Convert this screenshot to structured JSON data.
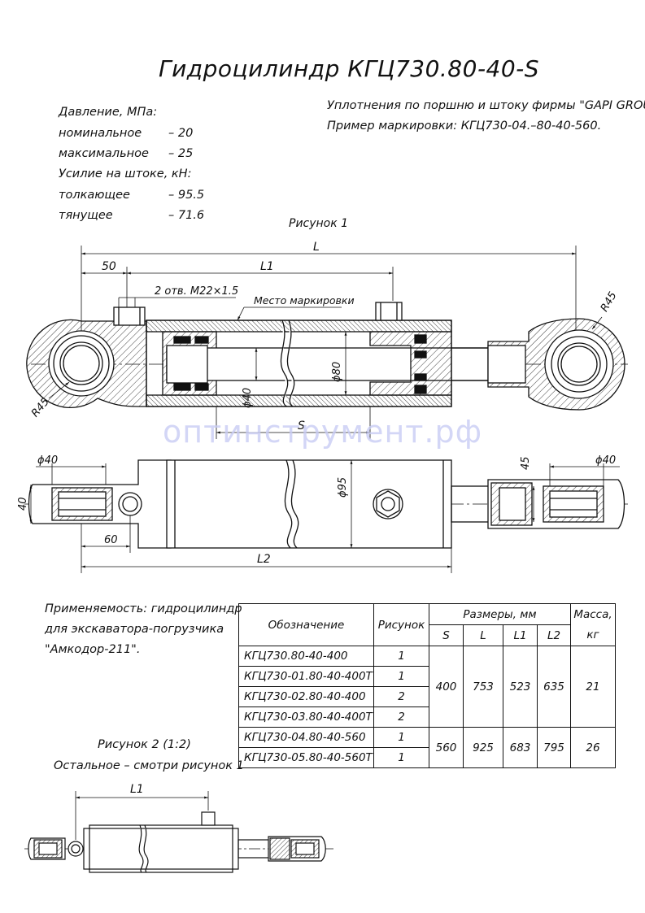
{
  "title": "Гидроцилиндр КГЦ730.80-40-S",
  "specs": {
    "pressure_header": "Давление, МПа:",
    "nominal_label": "номинальное",
    "nominal_value": "– 20",
    "max_label": "максимальное",
    "max_value": "– 25",
    "force_header": "Усилие на штоке, кН:",
    "push_label": "толкающее",
    "push_value": "– 95.5",
    "pull_label": "тянущее",
    "pull_value": "– 71.6"
  },
  "notes": {
    "seals": "Уплотнения по поршню и штоку фирмы \"GAPI GROUP\".",
    "marking": "Пример маркировки: КГЦ730-04.–80-40-560."
  },
  "figure1": {
    "caption": "Рисунок 1",
    "dim_L": "L",
    "dim_L1": "L1",
    "dim_50": "50",
    "ports": "2 отв. M22×1.5",
    "marking_place": "Место маркировки",
    "r45_left": "R45",
    "r45_right": "R45",
    "d80": "ϕ80",
    "d40": "ϕ40",
    "dim_S": "S",
    "d40_left": "ϕ40",
    "d40_right": "ϕ40",
    "dim_40": "40",
    "dim_45": "45",
    "d95": "ϕ95",
    "dim_60": "60",
    "dim_L2": "L2"
  },
  "watermark": "оптинструмент.рф",
  "applicability": {
    "line1": "Применяемость: гидроцилиндр",
    "line2": "для экскаватора-погрузчика",
    "line3": "\"Амкодор-211\"."
  },
  "figure2": {
    "caption": "Рисунок 2 (1:2)",
    "note": "Остальное – смотри рисунок 1",
    "dim_L1": "L1"
  },
  "table": {
    "h_designation": "Обозначение",
    "h_figure": "Рисунок",
    "h_dimensions": "Размеры, мм",
    "h_mass": "Масса,",
    "h_mass_unit": "кг",
    "h_S": "S",
    "h_L": "L",
    "h_L1": "L1",
    "h_L2": "L2",
    "rows": [
      {
        "designation": "КГЦ730.80-40-400",
        "figure": "1"
      },
      {
        "designation": "КГЦ730-01.80-40-400Т",
        "figure": "1"
      },
      {
        "designation": "КГЦ730-02.80-40-400",
        "figure": "2"
      },
      {
        "designation": "КГЦ730-03.80-40-400Т",
        "figure": "2"
      },
      {
        "designation": "КГЦ730-04.80-40-560",
        "figure": "1"
      },
      {
        "designation": "КГЦ730-05.80-40-560Т",
        "figure": "1"
      }
    ],
    "group1": {
      "S": "400",
      "L": "753",
      "L1": "523",
      "L2": "635",
      "mass": "21"
    },
    "group2": {
      "S": "560",
      "L": "925",
      "L1": "683",
      "L2": "795",
      "mass": "26"
    }
  }
}
